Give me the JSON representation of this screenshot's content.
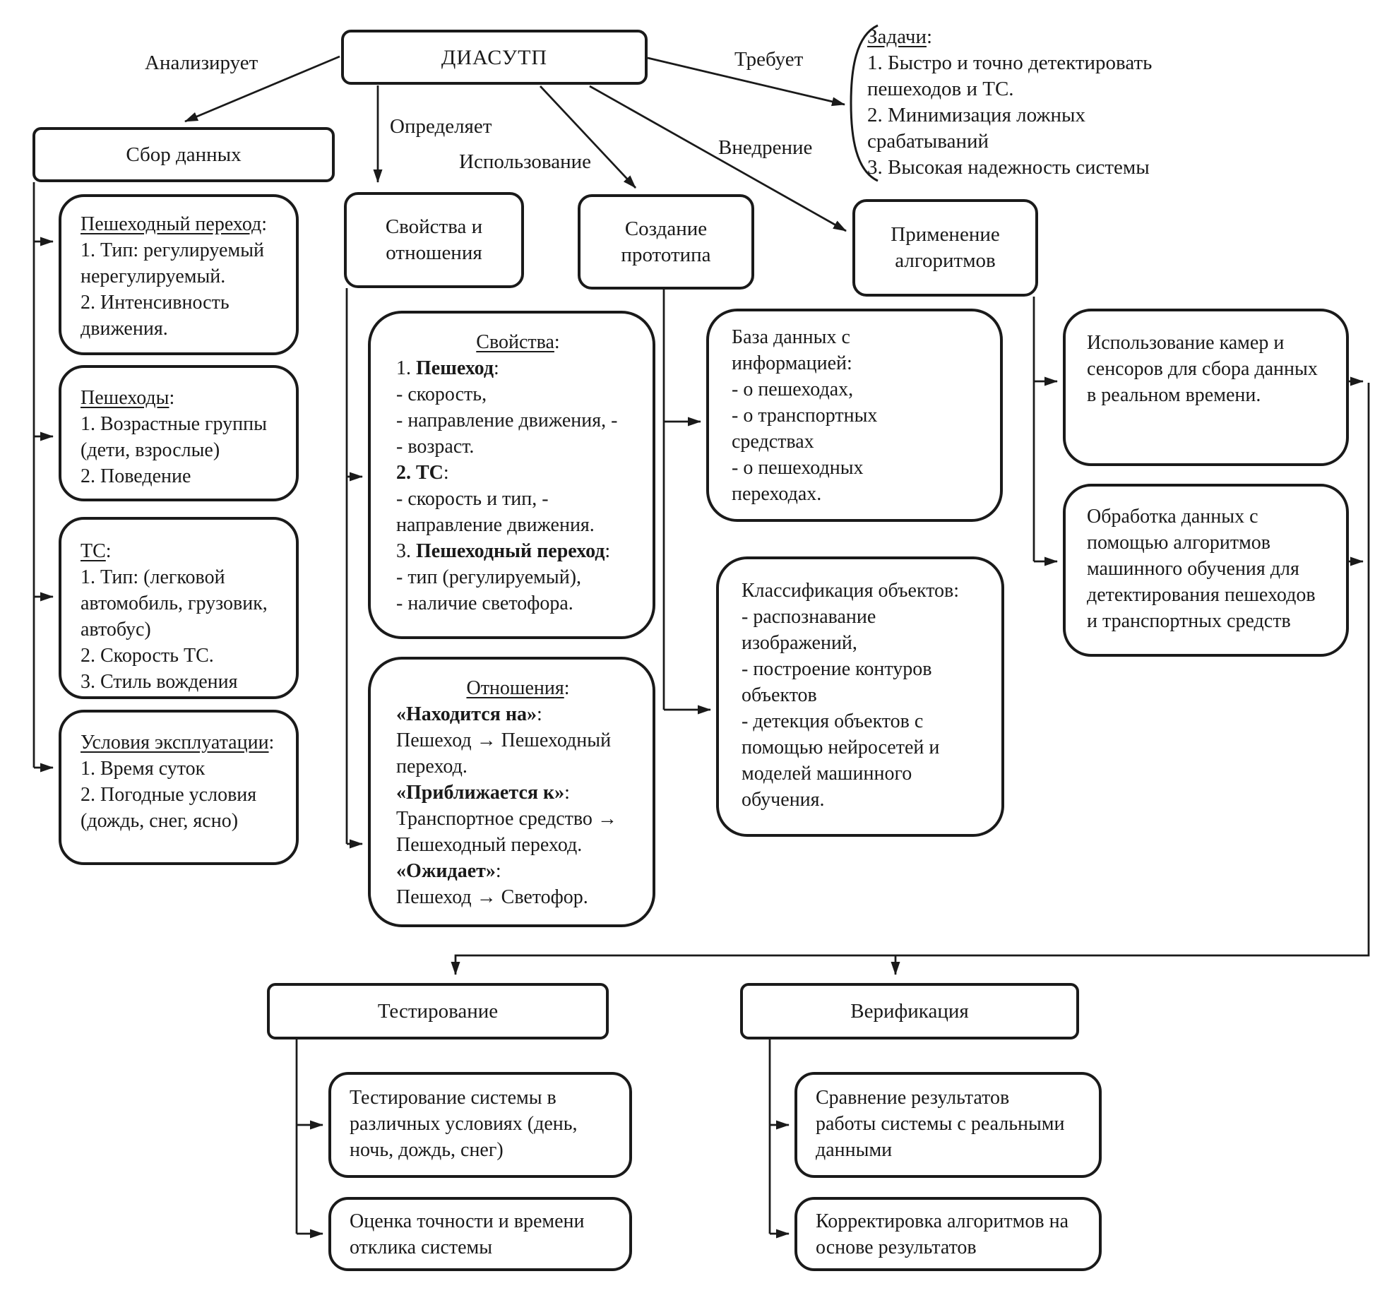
{
  "diagram": {
    "root": {
      "title": "ДИАСУТП"
    },
    "edge_labels": {
      "analyzes": "Анализирует",
      "defines": "Определяет",
      "usage": "Использование",
      "implementation": "Внедрение",
      "requires": "Требует"
    },
    "tasks": {
      "lines": [
        {
          "seg": [
            {
              "t": "Задачи",
              "u": 1
            },
            {
              "t": ":"
            }
          ]
        },
        {
          "seg": [
            {
              "t": "1. Быстро и точно детектировать"
            }
          ]
        },
        {
          "seg": [
            {
              "t": "пешеходов и ТС."
            }
          ]
        },
        {
          "seg": [
            {
              "t": "2. Минимизация ложных"
            }
          ]
        },
        {
          "seg": [
            {
              "t": "срабатываний"
            }
          ]
        },
        {
          "seg": [
            {
              "t": "3. Высокая надежность системы"
            }
          ]
        }
      ]
    },
    "collection": {
      "title": "Сбор данных",
      "crossing": {
        "lines": [
          {
            "seg": [
              {
                "t": "Пешеходный переход",
                "u": 1
              },
              {
                "t": ":"
              }
            ]
          },
          {
            "seg": [
              {
                "t": "1. Тип: регулируемый"
              }
            ]
          },
          {
            "seg": [
              {
                "t": "нерегулируемый."
              }
            ]
          },
          {
            "seg": [
              {
                "t": "2. Интенсивность"
              }
            ]
          },
          {
            "seg": [
              {
                "t": "движения."
              }
            ]
          }
        ]
      },
      "pedestrians": {
        "lines": [
          {
            "seg": [
              {
                "t": "Пешеходы",
                "u": 1
              },
              {
                "t": ":"
              }
            ]
          },
          {
            "seg": [
              {
                "t": "1. Возрастные группы"
              }
            ]
          },
          {
            "seg": [
              {
                "t": "(дети, взрослые)"
              }
            ]
          },
          {
            "seg": [
              {
                "t": "2. Поведение"
              }
            ]
          }
        ]
      },
      "vehicles": {
        "lines": [
          {
            "seg": [
              {
                "t": "ТС",
                "u": 1
              },
              {
                "t": ":"
              }
            ]
          },
          {
            "seg": [
              {
                "t": "1. Тип: (легковой"
              }
            ]
          },
          {
            "seg": [
              {
                "t": "автомобиль, грузовик,"
              }
            ]
          },
          {
            "seg": [
              {
                "t": "автобус)"
              }
            ]
          },
          {
            "seg": [
              {
                "t": "2. Скорость ТС."
              }
            ]
          },
          {
            "seg": [
              {
                "t": "3. Стиль вождения"
              }
            ]
          }
        ]
      },
      "conditions": {
        "lines": [
          {
            "seg": [
              {
                "t": "Условия эксплуатации",
                "u": 1
              },
              {
                "t": ":"
              }
            ]
          },
          {
            "seg": [
              {
                "t": "1. Время суток"
              }
            ]
          },
          {
            "seg": [
              {
                "t": "2. Погодные условия"
              }
            ]
          },
          {
            "seg": [
              {
                "t": "(дождь, снег, ясно)"
              }
            ]
          }
        ]
      }
    },
    "properties_relations": {
      "header_lines": [
        {
          "c": 1,
          "seg": [
            {
              "t": "Свойства и"
            }
          ]
        },
        {
          "c": 1,
          "seg": [
            {
              "t": "отношения"
            }
          ]
        }
      ],
      "properties": {
        "lines": [
          {
            "c": 1,
            "seg": [
              {
                "t": "Свойства",
                "u": 1
              },
              {
                "t": ":"
              }
            ]
          },
          {
            "seg": [
              {
                "t": "1. "
              },
              {
                "t": "Пешеход",
                "b": 1
              },
              {
                "t": ":"
              }
            ]
          },
          {
            "seg": [
              {
                "t": "- скорость,"
              }
            ]
          },
          {
            "seg": [
              {
                "t": "- направление движения, -"
              }
            ]
          },
          {
            "seg": [
              {
                "t": "- возраст."
              }
            ]
          },
          {
            "seg": [
              {
                "t": "2. ТС",
                "b": 1
              },
              {
                "t": ":"
              }
            ]
          },
          {
            "seg": [
              {
                "t": "- скорость и тип, -"
              }
            ]
          },
          {
            "seg": [
              {
                "t": "направление движения."
              }
            ]
          },
          {
            "seg": [
              {
                "t": "3. "
              },
              {
                "t": "Пешеходный переход",
                "b": 1
              },
              {
                "t": ":"
              }
            ]
          },
          {
            "seg": [
              {
                "t": "- тип (регулируемый),"
              }
            ]
          },
          {
            "seg": [
              {
                "t": "- наличие светофора."
              }
            ]
          }
        ]
      },
      "relations": {
        "lines": [
          {
            "c": 1,
            "seg": [
              {
                "t": "Отношения",
                "u": 1
              },
              {
                "t": ":"
              }
            ]
          },
          {
            "seg": [
              {
                "t": "«Находится на»",
                "b": 1
              },
              {
                "t": ":"
              }
            ]
          },
          {
            "seg": [
              {
                "t": "Пешеход → Пешеходный"
              }
            ]
          },
          {
            "seg": [
              {
                "t": "переход."
              }
            ]
          },
          {
            "seg": [
              {
                "t": "«Приближается к»",
                "b": 1
              },
              {
                "t": ":"
              }
            ]
          },
          {
            "seg": [
              {
                "t": "Транспортное средство →"
              }
            ]
          },
          {
            "seg": [
              {
                "t": "Пешеходный переход."
              }
            ]
          },
          {
            "seg": [
              {
                "t": "«Ожидает»",
                "b": 1
              },
              {
                "t": ":"
              }
            ]
          },
          {
            "seg": [
              {
                "t": "Пешеход → Светофор."
              }
            ]
          }
        ]
      }
    },
    "prototype": {
      "header_lines": [
        {
          "c": 1,
          "seg": [
            {
              "t": "Создание"
            }
          ]
        },
        {
          "c": 1,
          "seg": [
            {
              "t": "прототипа"
            }
          ]
        }
      ],
      "database": {
        "lines": [
          {
            "seg": [
              {
                "t": "База данных с"
              }
            ]
          },
          {
            "seg": [
              {
                "t": "информацией:"
              }
            ]
          },
          {
            "seg": [
              {
                "t": "- о пешеходах,"
              }
            ]
          },
          {
            "seg": [
              {
                "t": "- о транспортных"
              }
            ]
          },
          {
            "seg": [
              {
                "t": "средствах"
              }
            ]
          },
          {
            "seg": [
              {
                "t": "- о пешеходных"
              }
            ]
          },
          {
            "seg": [
              {
                "t": "переходах."
              }
            ]
          }
        ]
      },
      "classification": {
        "lines": [
          {
            "seg": [
              {
                "t": "Классификация объектов:"
              }
            ]
          },
          {
            "seg": [
              {
                "t": "- распознавание"
              }
            ]
          },
          {
            "seg": [
              {
                "t": "изображений,"
              }
            ]
          },
          {
            "seg": [
              {
                "t": "- построение контуров"
              }
            ]
          },
          {
            "seg": [
              {
                "t": "объектов"
              }
            ]
          },
          {
            "seg": [
              {
                "t": "- детекция объектов с"
              }
            ]
          },
          {
            "seg": [
              {
                "t": "помощью нейросетей и"
              }
            ]
          },
          {
            "seg": [
              {
                "t": "моделей машинного"
              }
            ]
          },
          {
            "seg": [
              {
                "t": "обучения."
              }
            ]
          }
        ]
      }
    },
    "algorithms": {
      "header_lines": [
        {
          "c": 1,
          "seg": [
            {
              "t": "Применение"
            }
          ]
        },
        {
          "c": 1,
          "seg": [
            {
              "t": "алгоритмов"
            }
          ]
        }
      ],
      "cameras": {
        "lines": [
          {
            "seg": [
              {
                "t": "Использование камер и"
              }
            ]
          },
          {
            "seg": [
              {
                "t": "сенсоров для сбора данных"
              }
            ]
          },
          {
            "seg": [
              {
                "t": "в реальном времени."
              }
            ]
          }
        ]
      },
      "processing": {
        "lines": [
          {
            "seg": [
              {
                "t": "Обработка данных с"
              }
            ]
          },
          {
            "seg": [
              {
                "t": "помощью алгоритмов"
              }
            ]
          },
          {
            "seg": [
              {
                "t": "машинного обучения для"
              }
            ]
          },
          {
            "seg": [
              {
                "t": "детектирования пешеходов"
              }
            ]
          },
          {
            "seg": [
              {
                "t": "и транспортных средств"
              }
            ]
          }
        ]
      }
    },
    "testing": {
      "title": "Тестирование",
      "sub1": {
        "lines": [
          {
            "seg": [
              {
                "t": "Тестирование системы в"
              }
            ]
          },
          {
            "seg": [
              {
                "t": "различных условиях (день,"
              }
            ]
          },
          {
            "seg": [
              {
                "t": "ночь, дождь, снег)"
              }
            ]
          }
        ]
      },
      "sub2": {
        "lines": [
          {
            "seg": [
              {
                "t": "Оценка точности и времени"
              }
            ]
          },
          {
            "seg": [
              {
                "t": "отклика системы"
              }
            ]
          }
        ]
      }
    },
    "verification": {
      "title": "Верификация",
      "sub1": {
        "lines": [
          {
            "seg": [
              {
                "t": "Сравнение результатов"
              }
            ]
          },
          {
            "seg": [
              {
                "t": "работы системы с реальными"
              }
            ]
          },
          {
            "seg": [
              {
                "t": "данными"
              }
            ]
          }
        ]
      },
      "sub2": {
        "lines": [
          {
            "seg": [
              {
                "t": "Корректировка алгоритмов на"
              }
            ]
          },
          {
            "seg": [
              {
                "t": "основе результатов"
              }
            ]
          }
        ]
      }
    }
  }
}
